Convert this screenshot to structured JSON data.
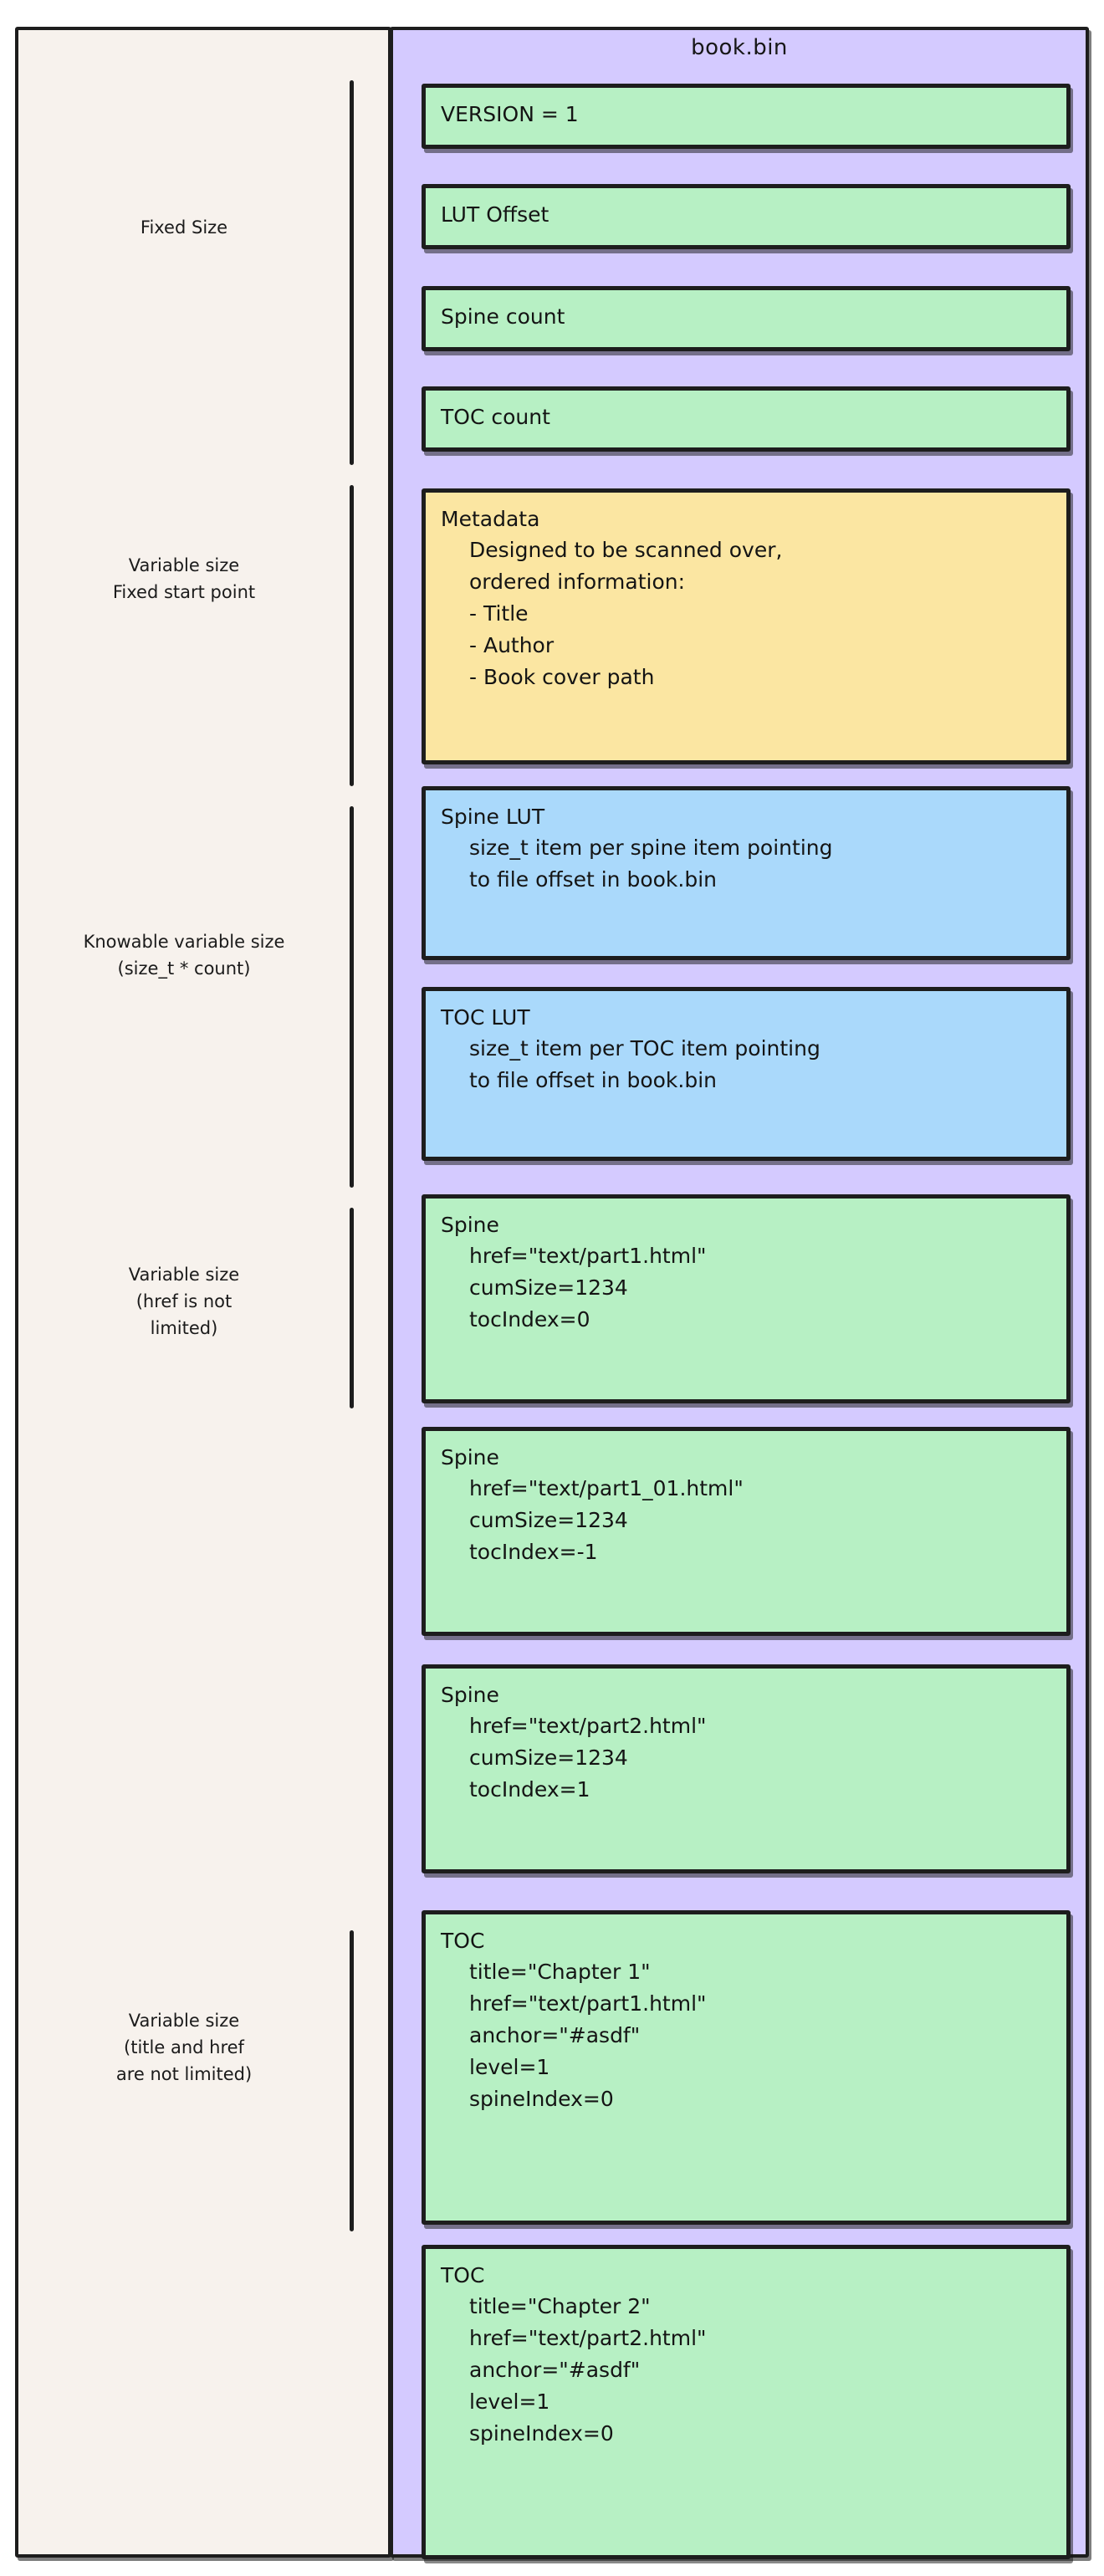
{
  "file": {
    "title": "book.bin"
  },
  "sections": [
    {
      "id": "fixed-size",
      "label": "Fixed Size"
    },
    {
      "id": "variable-fixed-start",
      "label": "Variable size\nFixed start point"
    },
    {
      "id": "knowable-variable",
      "label": "Knowable variable size\n(size_t * count)"
    },
    {
      "id": "variable-href",
      "label": "Variable size\n(href is not\nlimited)"
    },
    {
      "id": "variable-title-href",
      "label": "Variable size\n(title and href\nare not limited)"
    }
  ],
  "boxes": [
    {
      "id": "version",
      "color": "green",
      "title": "VERSION = 1",
      "body": ""
    },
    {
      "id": "lut-offset",
      "color": "green",
      "title": "LUT Offset",
      "body": ""
    },
    {
      "id": "spine-count",
      "color": "green",
      "title": "Spine count",
      "body": ""
    },
    {
      "id": "toc-count",
      "color": "green",
      "title": "TOC count",
      "body": ""
    },
    {
      "id": "metadata",
      "color": "yellow",
      "title": "Metadata",
      "body": "Designed to be scanned over,\nordered information:",
      "bullets": "- Title\n- Author\n- Book cover path"
    },
    {
      "id": "spine-lut",
      "color": "blue",
      "title": "Spine LUT",
      "body": "size_t item per spine item pointing\nto file offset in book.bin"
    },
    {
      "id": "toc-lut",
      "color": "blue",
      "title": "TOC LUT",
      "body": "size_t item per TOC item pointing\nto file offset in book.bin"
    },
    {
      "id": "spine-1",
      "color": "green",
      "title": "Spine",
      "body": "href=\"text/part1.html\"\ncumSize=1234\ntocIndex=0"
    },
    {
      "id": "spine-2",
      "color": "green",
      "title": "Spine",
      "body": "href=\"text/part1_01.html\"\ncumSize=1234\ntocIndex=-1"
    },
    {
      "id": "spine-3",
      "color": "green",
      "title": "Spine",
      "body": "href=\"text/part2.html\"\ncumSize=1234\ntocIndex=1"
    },
    {
      "id": "toc-1",
      "color": "green",
      "title": "TOC",
      "body": "title=\"Chapter 1\"\nhref=\"text/part1.html\"\nanchor=\"#asdf\"\nlevel=1\nspineIndex=0"
    },
    {
      "id": "toc-2",
      "color": "green",
      "title": "TOC",
      "body": "title=\"Chapter 2\"\nhref=\"text/part2.html\"\nanchor=\"#asdf\"\nlevel=1\nspineIndex=0"
    }
  ],
  "colors": {
    "page_background": "#ffffff",
    "left_panel": "#f7f2ed",
    "right_panel": "#d4caff",
    "green_box": "#b7f0c4",
    "yellow_box": "#fbe6a2",
    "blue_box": "#aad9fb",
    "stroke": "#1d1d1d"
  }
}
